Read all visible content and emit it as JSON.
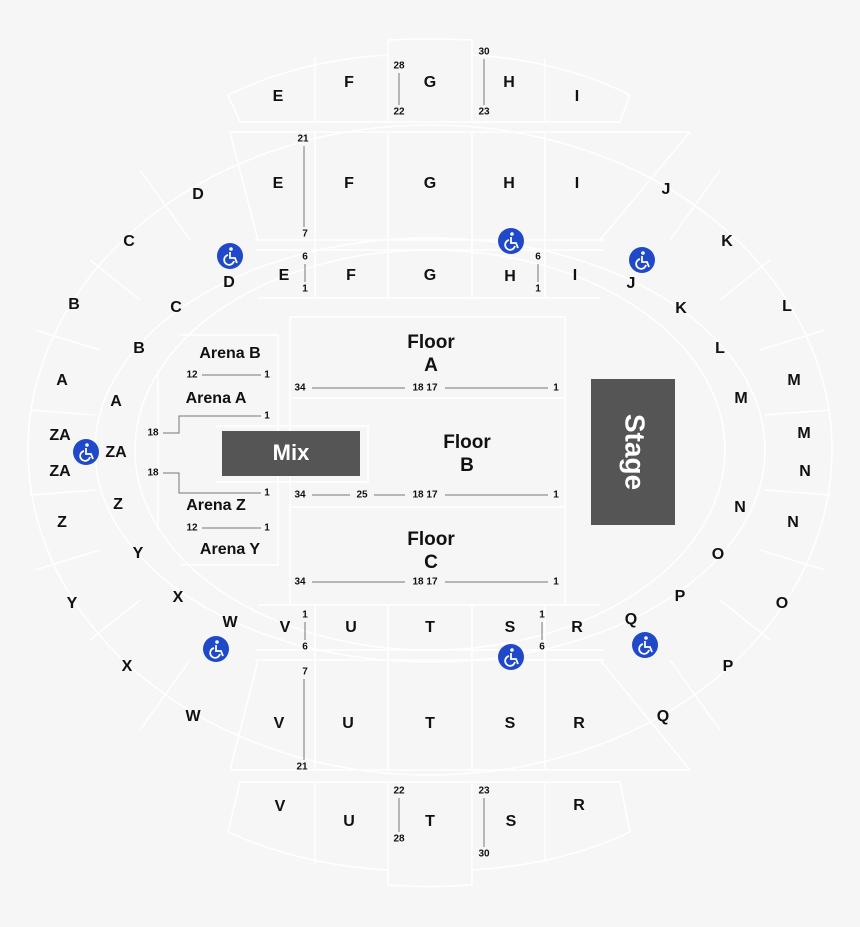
{
  "colors": {
    "background": "#f6f6f6",
    "section_border": "#ffffff",
    "mix_fill": "#555555",
    "stage_fill": "#555555",
    "accessible_icon": "#1f49c9"
  },
  "section_labels": [
    "E",
    "F",
    "G",
    "H",
    "I",
    "E",
    "F",
    "G",
    "H",
    "I",
    "E",
    "F",
    "G",
    "H",
    "I",
    "D",
    "D",
    "C",
    "C",
    "B",
    "B",
    "A",
    "A",
    "ZA",
    "ZA",
    "ZA",
    "Z",
    "Z",
    "Y",
    "Y",
    "X",
    "X",
    "W",
    "W",
    "J",
    "J",
    "K",
    "K",
    "L",
    "L",
    "M",
    "M",
    "M",
    "N",
    "N",
    "N",
    "O",
    "O",
    "P",
    "P",
    "Q",
    "Q",
    "V",
    "U",
    "T",
    "S",
    "R",
    "V",
    "U",
    "T",
    "S",
    "R",
    "V",
    "U",
    "T",
    "S",
    "R"
  ],
  "row_numbers": [
    "28",
    "22",
    "30",
    "23",
    "21",
    "7",
    "6",
    "1",
    "6",
    "1",
    "1",
    "6",
    "1",
    "6",
    "7",
    "21",
    "22",
    "28",
    "23",
    "30"
  ],
  "floor": {
    "a": {
      "title": "Floor",
      "letter": "A",
      "rows": [
        "34",
        "18 17",
        "1"
      ]
    },
    "b": {
      "title": "Floor",
      "letter": "B",
      "rows": [
        "34",
        "25",
        "18 17",
        "1"
      ]
    },
    "c": {
      "title": "Floor",
      "letter": "C",
      "rows": [
        "34",
        "18 17",
        "1"
      ]
    }
  },
  "arena": {
    "b": {
      "label": "Arena B",
      "rows": [
        "12",
        "1"
      ]
    },
    "a": {
      "label": "Arena A",
      "rows": [
        "1",
        "18"
      ]
    },
    "z": {
      "label": "Arena Z",
      "rows": [
        "18",
        "1"
      ]
    },
    "y": {
      "label": "Arena Y",
      "rows": [
        "12",
        "1"
      ]
    }
  },
  "mix": "Mix",
  "stage": "Stage",
  "icons": {
    "accessible": "wheelchair-icon"
  }
}
